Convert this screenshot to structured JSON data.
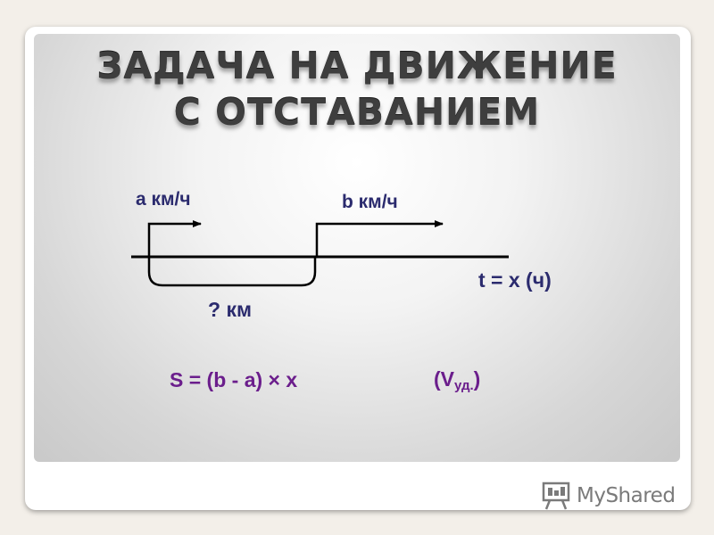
{
  "title": {
    "line1": "ЗАДАЧА НА ДВИЖЕНИЕ",
    "line2": "С ОТСТАВАНИЕМ"
  },
  "diagram": {
    "speed_a": "a км/ч",
    "speed_b": "b км/ч",
    "distance": "? км",
    "time": "t = x (ч)"
  },
  "formula": {
    "main": "S = (b - a) × x",
    "vud_open": "(V",
    "vud_sub": "уд.",
    "vud_close": ")"
  },
  "watermark": {
    "icon": "presentation-board-icon",
    "text": "MyShared"
  },
  "colors": {
    "label": "#2b2b6e",
    "formula": "#6b1e8c",
    "line": "#000000"
  }
}
